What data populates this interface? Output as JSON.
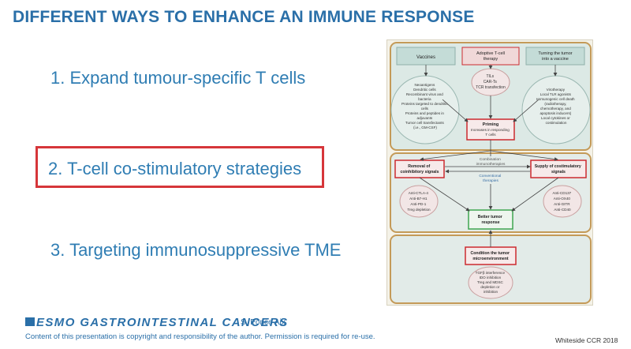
{
  "slide": {
    "title": "DIFFERENT WAYS TO ENHANCE AN IMMUNE RESPONSE",
    "bullets": [
      "1. Expand tumour-specific T cells",
      "2. T-cell co-stimulatory strategies",
      "3. Targeting immunosuppressive TME"
    ],
    "highlighted_index": 1,
    "highlight_color": "#d6363a",
    "title_color": "#2a6fa8"
  },
  "figure": {
    "top_headers": [
      "Vaccines",
      "Adoptive T-cell therapy",
      "Turning the tumor into a vaccine"
    ],
    "vaccines_items": [
      "Neoantigens",
      "Dendritic cells",
      "Recombinant virus and",
      "bacteria",
      "Proteins targeted to dendritic",
      "cells",
      "Proteins and peptides in",
      "adjuvants",
      "Tumor cell transfectants",
      "(i.e., GM-CSF)"
    ],
    "adoptive_items": [
      "TILs",
      "CAR-Ts",
      "TCR transfection"
    ],
    "tumor_vaccine_items": [
      "Virotherapy",
      "Local TLR agonists",
      "Immunogenic cell death",
      "(radiotherapy,",
      "chemotherapy, and",
      "apoptosis inducers)",
      "Local cytokines or",
      "costimulation"
    ],
    "priming_title": "Priming",
    "priming_sub": [
      "Increases in responding",
      "T cells"
    ],
    "combination_label": [
      "Combination",
      "immunotherapies"
    ],
    "conventional_label": [
      "Conventional",
      "therapies"
    ],
    "removal_title": [
      "Removal of",
      "coinhibitory signals"
    ],
    "supply_title": [
      "Supply of costimulatory",
      "signals"
    ],
    "removal_items": [
      "Anti-CTLA-4",
      "Anti-B7-H1",
      "Anti-PD-1",
      "Treg depletion"
    ],
    "supply_items": [
      "Anti-CD137",
      "Anti-OX40",
      "Anti-GITR",
      "Anti-CD40"
    ],
    "better_title": [
      "Better tumor",
      "response"
    ],
    "condition_title": [
      "Condition the tumor",
      "microenvironment"
    ],
    "condition_items": [
      "TGFβ interference",
      "IDO inhibition",
      "Treg and MDSC",
      "depletion or",
      "inhibition"
    ],
    "colors": {
      "outer": "#c49a58",
      "red_box": "#cc2a2f",
      "green_box": "#3ea550",
      "panel": "#dfe8e4"
    }
  },
  "footer": {
    "logo_text": "ESMO GASTROINTESTINAL CANCERS",
    "author": "S. Ponce Aix",
    "notice": "Content of this presentation is copyright and responsibility of the author. Permission is required for re-use.",
    "citation": "Whiteside CCR 2018"
  }
}
